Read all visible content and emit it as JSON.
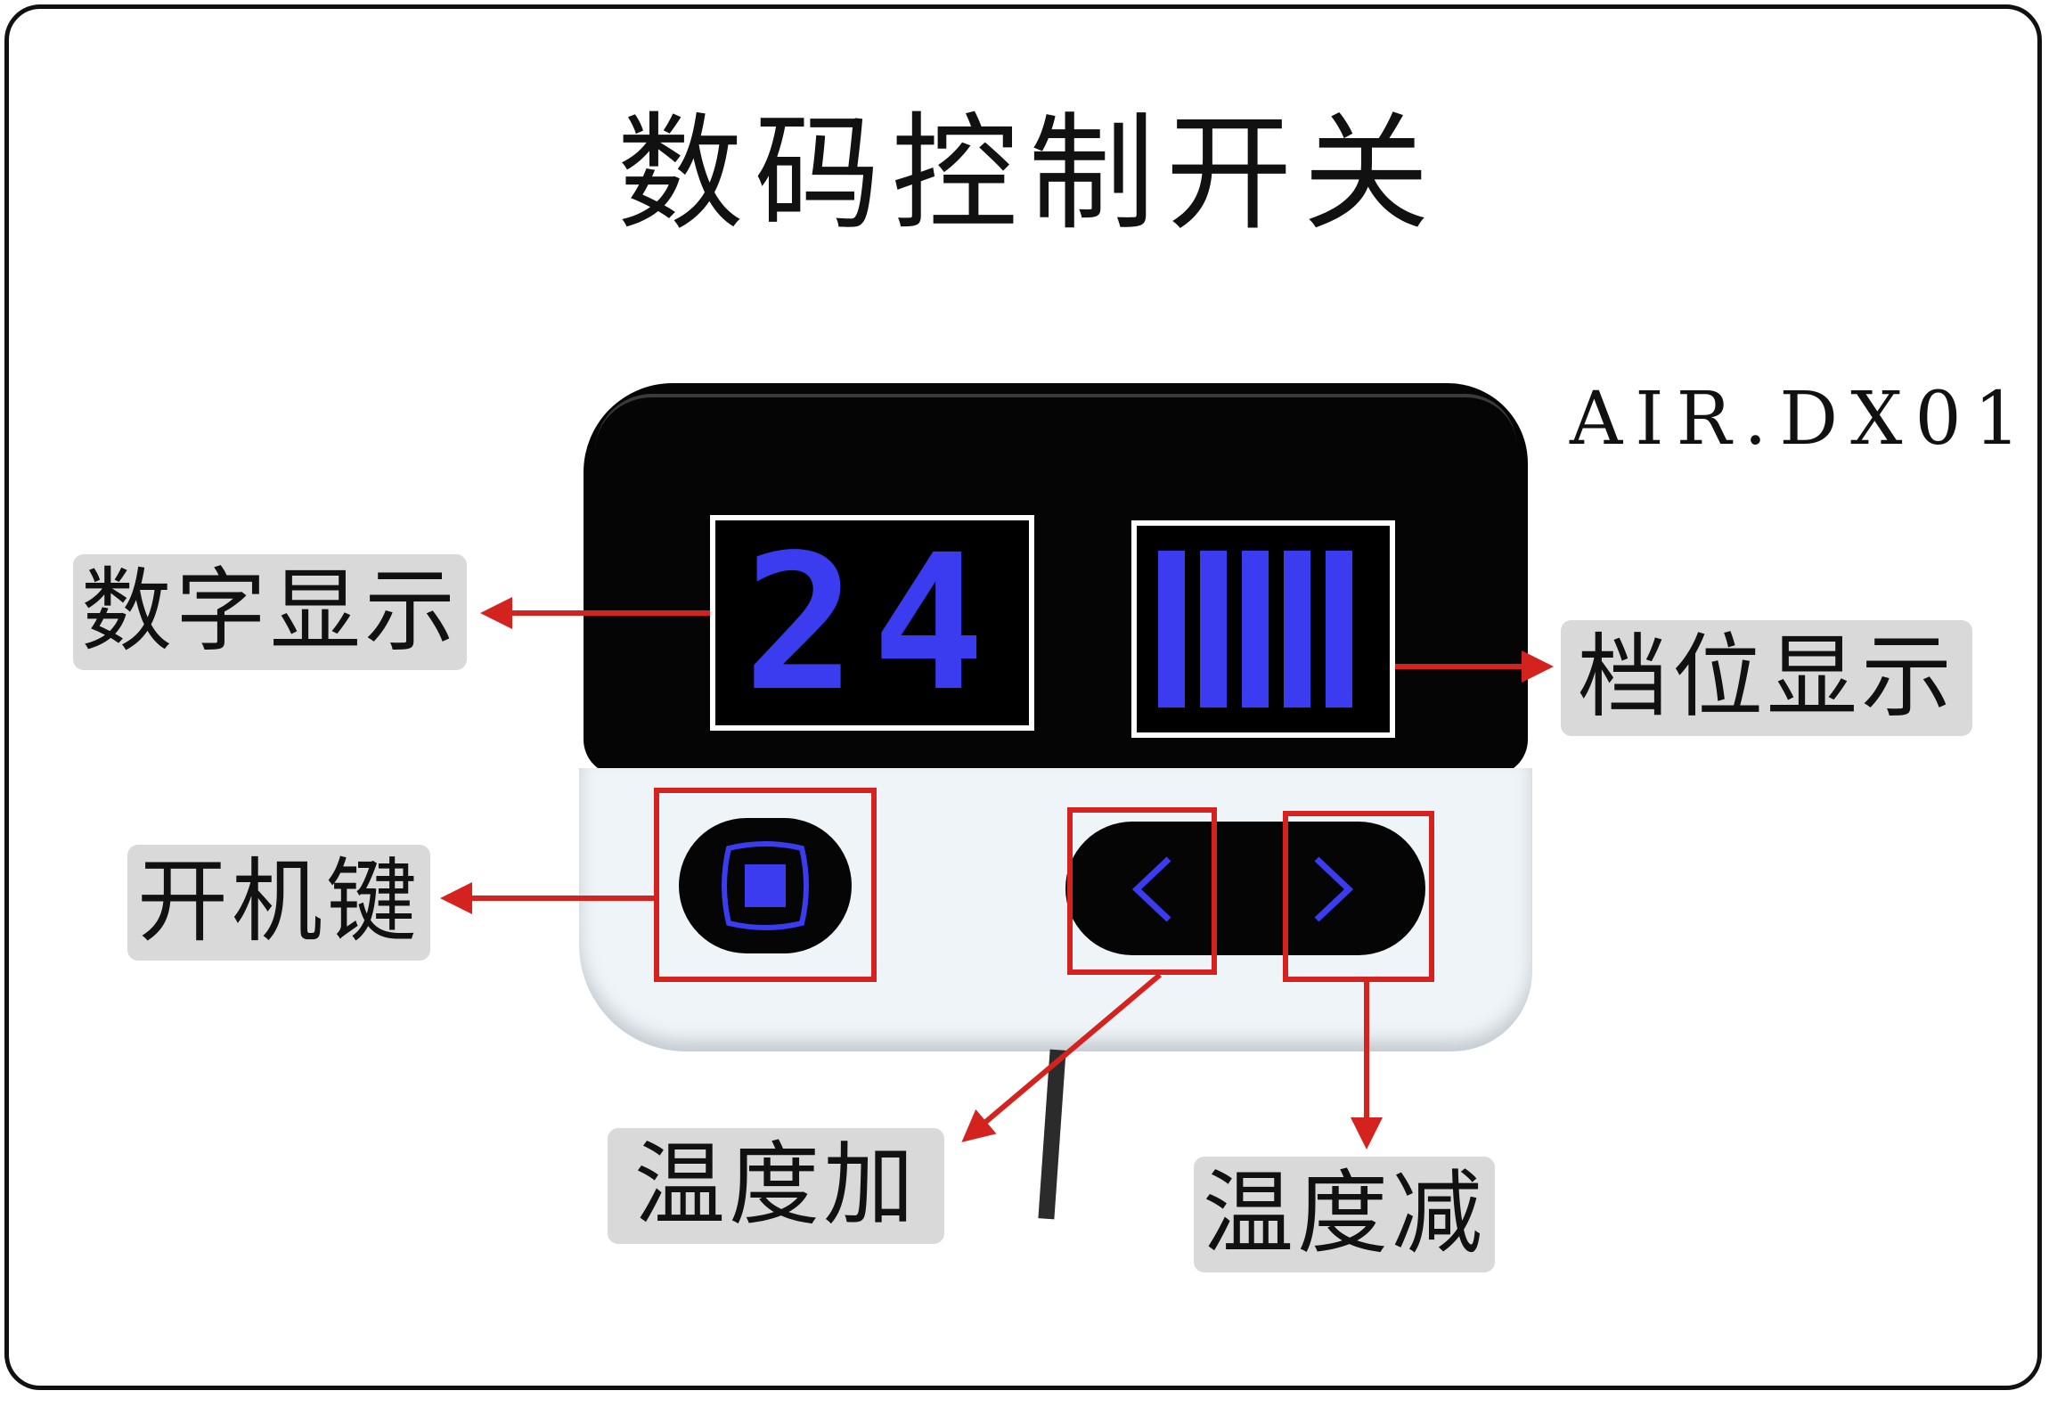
{
  "title": "数码控制开关",
  "model": "AIR.DX01",
  "callouts": {
    "digital_display": "数字显示",
    "level_display": "档位显示",
    "power_key": "开机键",
    "temp_up": "温度加",
    "temp_down": "温度减"
  },
  "display": {
    "temperature": "24",
    "level_bars": 5
  },
  "colors": {
    "lcd_blue": "#3b3bf0",
    "callout_arrow": "#d4221f",
    "callout_bg": "#d9d9d9"
  },
  "icons": {
    "power": "square-in-rounded-square-icon",
    "up": "chevron-left-icon",
    "down": "chevron-right-icon"
  }
}
